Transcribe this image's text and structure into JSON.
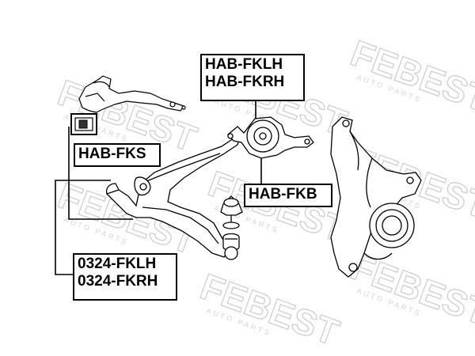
{
  "watermark": {
    "brand": "FEBEST",
    "subtext": "AUTO PARTS"
  },
  "labels": {
    "hab_fklh": "HAB-FKLH",
    "hab_fkrh": "HAB-FKRH",
    "hab_fks": "HAB-FKS",
    "hab_fkb": "HAB-FKB",
    "fklh_0324": "0324-FKLH",
    "fkrh_0324": "0324-FKRH"
  },
  "colors": {
    "line": "#000000",
    "watermark": "#c8c8c8",
    "background": "#ffffff"
  }
}
